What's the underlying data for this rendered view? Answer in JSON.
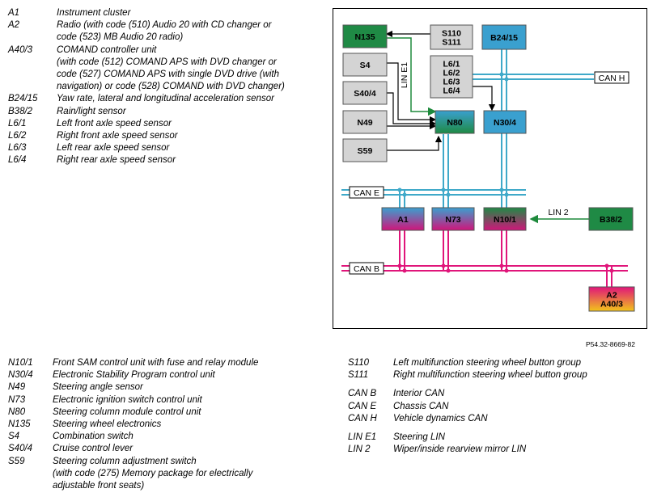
{
  "legend_top": [
    {
      "code": "A1",
      "desc": [
        "Instrument cluster"
      ]
    },
    {
      "code": "A2",
      "desc": [
        "Radio (with code (510) Audio 20 with CD changer or",
        "code (523) MB Audio 20 radio)"
      ]
    },
    {
      "code": "A40/3",
      "desc": [
        "COMAND controller unit",
        "(with code (512) COMAND APS with DVD changer or",
        "code (527) COMAND APS with single DVD drive (with",
        "navigation) or code (528) COMAND with DVD changer)"
      ]
    },
    {
      "code": "B24/15",
      "desc": [
        "Yaw rate, lateral and longitudinal acceleration sensor"
      ]
    },
    {
      "code": "B38/2",
      "desc": [
        "Rain/light sensor"
      ]
    },
    {
      "code": "L6/1",
      "desc": [
        "Left front axle speed sensor"
      ]
    },
    {
      "code": "L6/2",
      "desc": [
        "Right front axle speed sensor"
      ]
    },
    {
      "code": "L6/3",
      "desc": [
        "Left rear axle speed sensor"
      ]
    },
    {
      "code": "L6/4",
      "desc": [
        "Right rear axle speed sensor"
      ]
    }
  ],
  "legend_bottom_left": [
    {
      "code": "N10/1",
      "desc": [
        "Front SAM control unit with fuse and relay module"
      ]
    },
    {
      "code": "N30/4",
      "desc": [
        "Electronic Stability Program control unit"
      ]
    },
    {
      "code": "N49",
      "desc": [
        "Steering angle sensor"
      ]
    },
    {
      "code": "N73",
      "desc": [
        "Electronic ignition switch control unit"
      ]
    },
    {
      "code": "N80",
      "desc": [
        "Steering column module control unit"
      ]
    },
    {
      "code": "N135",
      "desc": [
        "Steering wheel electronics"
      ]
    },
    {
      "code": "S4",
      "desc": [
        "Combination switch"
      ]
    },
    {
      "code": "S40/4",
      "desc": [
        "Cruise control lever"
      ]
    },
    {
      "code": "S59",
      "desc": [
        "Steering column adjustment switch",
        "(with code (275) Memory package for electrically",
        "adjustable front seats)"
      ]
    }
  ],
  "legend_bottom_right": [
    {
      "code": "S110",
      "desc": [
        "Left multifunction steering wheel button group"
      ]
    },
    {
      "code": "S111",
      "desc": [
        "Right multifunction steering wheel button group"
      ]
    },
    {
      "gap": true
    },
    {
      "code": "CAN B",
      "desc": [
        "Interior CAN"
      ]
    },
    {
      "code": "CAN E",
      "desc": [
        "Chassis CAN"
      ]
    },
    {
      "code": "CAN H",
      "desc": [
        "Vehicle dynamics CAN"
      ]
    },
    {
      "gap": true
    },
    {
      "code": "LIN E1",
      "desc": [
        "Steering LIN"
      ]
    },
    {
      "code": "LIN 2",
      "desc": [
        "Wiper/inside rearview mirror LIN"
      ]
    }
  ],
  "figure_ref": "P54.32-8669-82",
  "diagram": {
    "blocks": {
      "n135": "N135",
      "s110_s111": [
        "S110",
        "S111"
      ],
      "b24_15": "B24/15",
      "s4": "S4",
      "l6": [
        "L6/1",
        "L6/2",
        "L6/3",
        "L6/4"
      ],
      "s40_4": "S40/4",
      "n49": "N49",
      "n80": "N80",
      "n30_4": "N30/4",
      "s59": "S59",
      "a1": "A1",
      "n73": "N73",
      "n10_1": "N10/1",
      "b38_2": "B38/2",
      "a2_a40_3": [
        "A2",
        "A40/3"
      ]
    },
    "bus_labels": {
      "can_h": "CAN H",
      "can_e": "CAN E",
      "can_b": "CAN B",
      "lin_e1": "LIN E1",
      "lin_2": "LIN 2"
    },
    "colors": {
      "can_h": "#3fa9c9",
      "can_e": "#3fa9c9",
      "can_b": "#e0157a",
      "lin": "#1e8a3c",
      "green_block": "#1f8a45",
      "blue_block": "#3aa0cf",
      "gray_block": "#d4d4d4"
    }
  }
}
